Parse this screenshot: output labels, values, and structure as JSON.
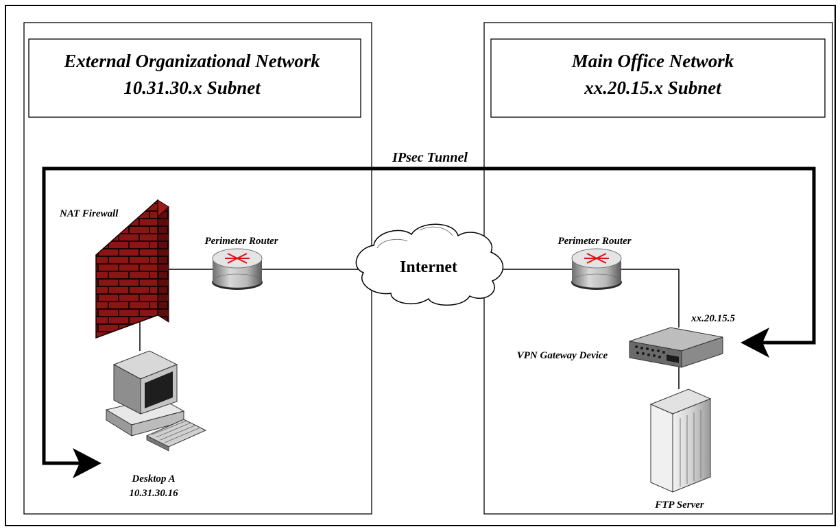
{
  "left_network": {
    "title_line1": "External Organizational Network",
    "title_line2": "10.31.30.x Subnet"
  },
  "right_network": {
    "title_line1": "Main Office Network",
    "title_line2": "xx.20.15.x Subnet"
  },
  "tunnel_label": "IPsec Tunnel",
  "internet_label": "Internet",
  "nodes": {
    "nat_firewall": "NAT Firewall",
    "left_router": "Perimeter Router",
    "right_router": "Perimeter Router",
    "desktop_name": "Desktop A",
    "desktop_ip": "10.31.30.16",
    "vpn_gateway": "VPN Gateway Device",
    "vpn_ip": "xx.20.15.5",
    "ftp_server": "FTP Server"
  },
  "colors": {
    "firewall_brick": "#8b1414",
    "router_arrows": "#e01010",
    "tunnel": "#000000"
  }
}
